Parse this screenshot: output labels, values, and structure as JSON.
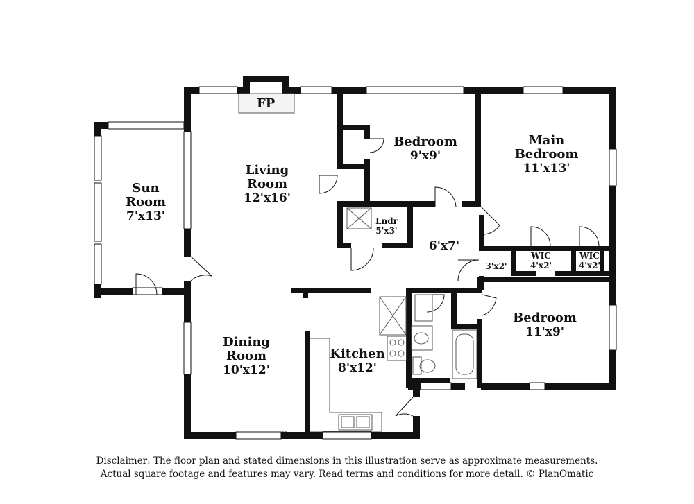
{
  "rooms": {
    "fireplace": "FP",
    "living": {
      "name": "Living\nRoom",
      "dims": "12'x16'"
    },
    "bedroom_top": {
      "name": "Bedroom",
      "dims": "9'x9'"
    },
    "main_bedroom": {
      "name": "Main\nBedroom",
      "dims": "11'x13'"
    },
    "sun": {
      "name": "Sun\nRoom",
      "dims": "7'x13'"
    },
    "laundry": {
      "name": "Lndr",
      "dims": "5'x3'"
    },
    "hall": {
      "dims": "6'x7'"
    },
    "closet": {
      "dims": "3'x2'"
    },
    "wic1": {
      "name": "WIC",
      "dims": "4'x2'"
    },
    "wic2": {
      "name": "WIC",
      "dims": "4'x2'"
    },
    "bedroom_bottom": {
      "name": "Bedroom",
      "dims": "11'x9'"
    },
    "dining": {
      "name": "Dining\nRoom",
      "dims": "10'x12'"
    },
    "kitchen": {
      "name": "Kitchen",
      "dims": "8'x12'"
    }
  },
  "registered_mark": "®",
  "disclaimer": {
    "line1": "Disclaimer: The floor plan and stated dimensions in this illustration serve as approximate measurements.",
    "line2": "Actual square footage and features may vary. Read terms and conditions for more detail. © PlanOmatic"
  }
}
